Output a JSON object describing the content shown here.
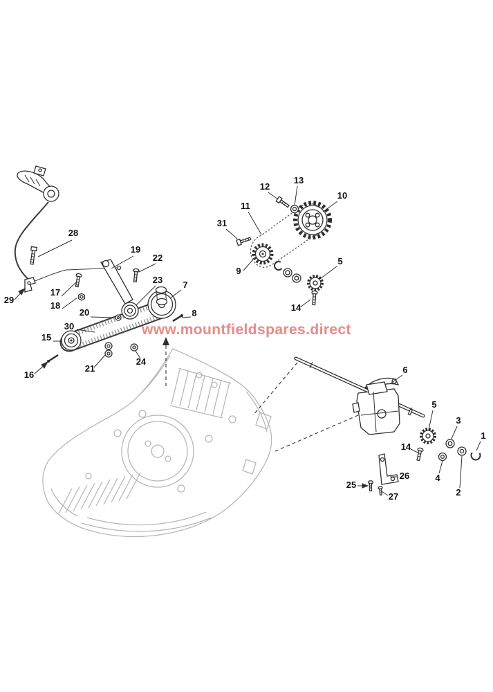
{
  "watermark": {
    "text": "www.mountfieldspares.direct",
    "color": "#d95050"
  },
  "callouts": {
    "n1": "1",
    "n2": "2",
    "n3": "3",
    "n4": "4",
    "n5": "5",
    "n6": "6",
    "n7": "7",
    "n8": "8",
    "n9": "9",
    "n10": "10",
    "n11": "11",
    "n12": "12",
    "n13": "13",
    "n14": "14",
    "n15": "15",
    "n16": "16",
    "n17": "17",
    "n18": "18",
    "n19": "19",
    "n20": "20",
    "n21": "21",
    "n22": "22",
    "n23": "23",
    "n24": "24",
    "n25": "25",
    "n26": "26",
    "n27": "27",
    "n28": "28",
    "n29": "29",
    "n30": "30",
    "n31": "31"
  }
}
